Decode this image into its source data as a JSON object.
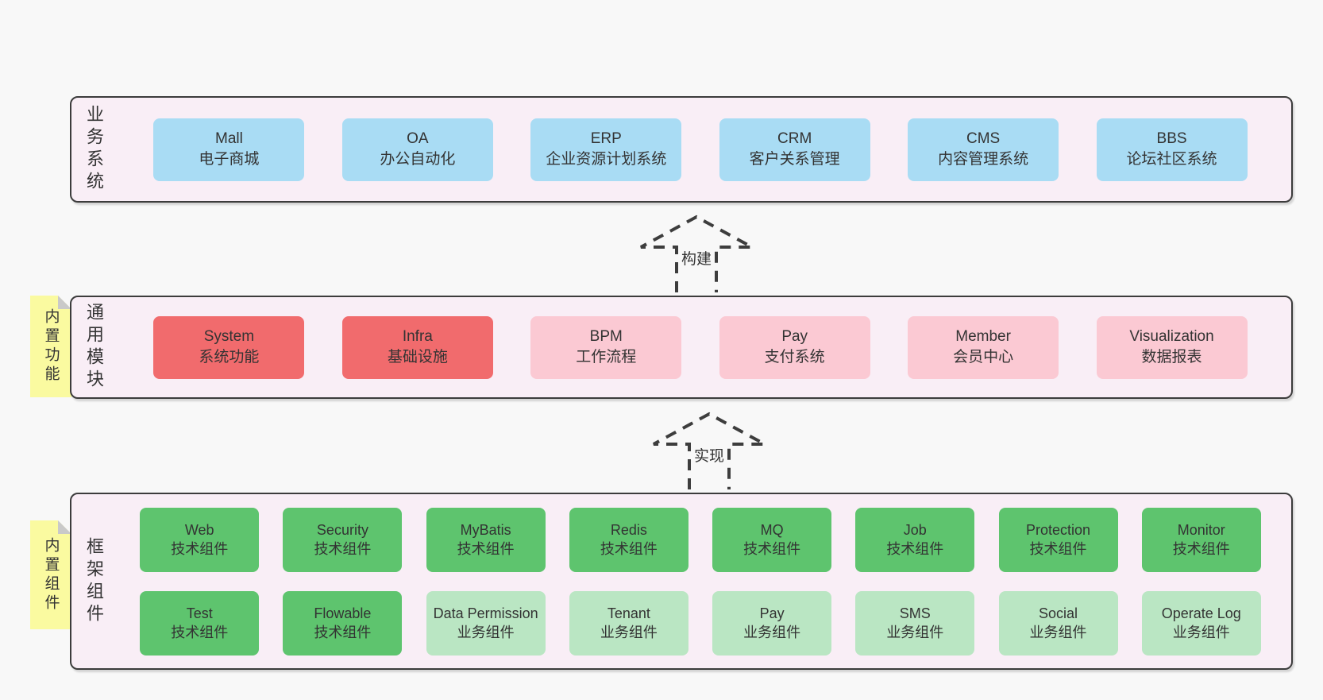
{
  "colors": {
    "page_bg": "#f8f8f8",
    "band_bg": "#f9eef6",
    "band_border": "#3c3c3c",
    "blue": "#a9dcf4",
    "red": "#f16b6d",
    "pink": "#fbc9d3",
    "green": "#5ec46e",
    "light_green": "#bae6c3",
    "sticky_yellow": "#fafaa0",
    "sticky_fold": "#c9c9c9",
    "text": "#333333"
  },
  "arrows": [
    {
      "label": "构建"
    },
    {
      "label": "实现"
    }
  ],
  "bands": [
    {
      "label": "业务系统",
      "boxes": [
        {
          "title": "Mall",
          "subtitle": "电子商城"
        },
        {
          "title": "OA",
          "subtitle": "办公自动化"
        },
        {
          "title": "ERP",
          "subtitle": "企业资源计划系统"
        },
        {
          "title": "CRM",
          "subtitle": "客户关系管理"
        },
        {
          "title": "CMS",
          "subtitle": "内容管理系统"
        },
        {
          "title": "BBS",
          "subtitle": "论坛社区系统"
        }
      ]
    },
    {
      "label": "通用模块",
      "sticky": "内置功能",
      "boxes": [
        {
          "title": "System",
          "subtitle": "系统功能"
        },
        {
          "title": "Infra",
          "subtitle": "基础设施"
        },
        {
          "title": "BPM",
          "subtitle": "工作流程"
        },
        {
          "title": "Pay",
          "subtitle": "支付系统"
        },
        {
          "title": "Member",
          "subtitle": "会员中心"
        },
        {
          "title": "Visualization",
          "subtitle": "数据报表"
        }
      ]
    },
    {
      "label": "框架组件",
      "sticky": "内置组件",
      "rows": [
        [
          {
            "title": "Web",
            "subtitle": "技术组件"
          },
          {
            "title": "Security",
            "subtitle": "技术组件"
          },
          {
            "title": "MyBatis",
            "subtitle": "技术组件"
          },
          {
            "title": "Redis",
            "subtitle": "技术组件"
          },
          {
            "title": "MQ",
            "subtitle": "技术组件"
          },
          {
            "title": "Job",
            "subtitle": "技术组件"
          },
          {
            "title": "Protection",
            "subtitle": "技术组件"
          },
          {
            "title": "Monitor",
            "subtitle": "技术组件"
          }
        ],
        [
          {
            "title": "Test",
            "subtitle": "技术组件"
          },
          {
            "title": "Flowable",
            "subtitle": "技术组件"
          },
          {
            "title": "Data Permission",
            "subtitle": "业务组件"
          },
          {
            "title": "Tenant",
            "subtitle": "业务组件"
          },
          {
            "title": "Pay",
            "subtitle": "业务组件"
          },
          {
            "title": "SMS",
            "subtitle": "业务组件"
          },
          {
            "title": "Social",
            "subtitle": "业务组件"
          },
          {
            "title": "Operate Log",
            "subtitle": "业务组件"
          }
        ]
      ]
    }
  ]
}
